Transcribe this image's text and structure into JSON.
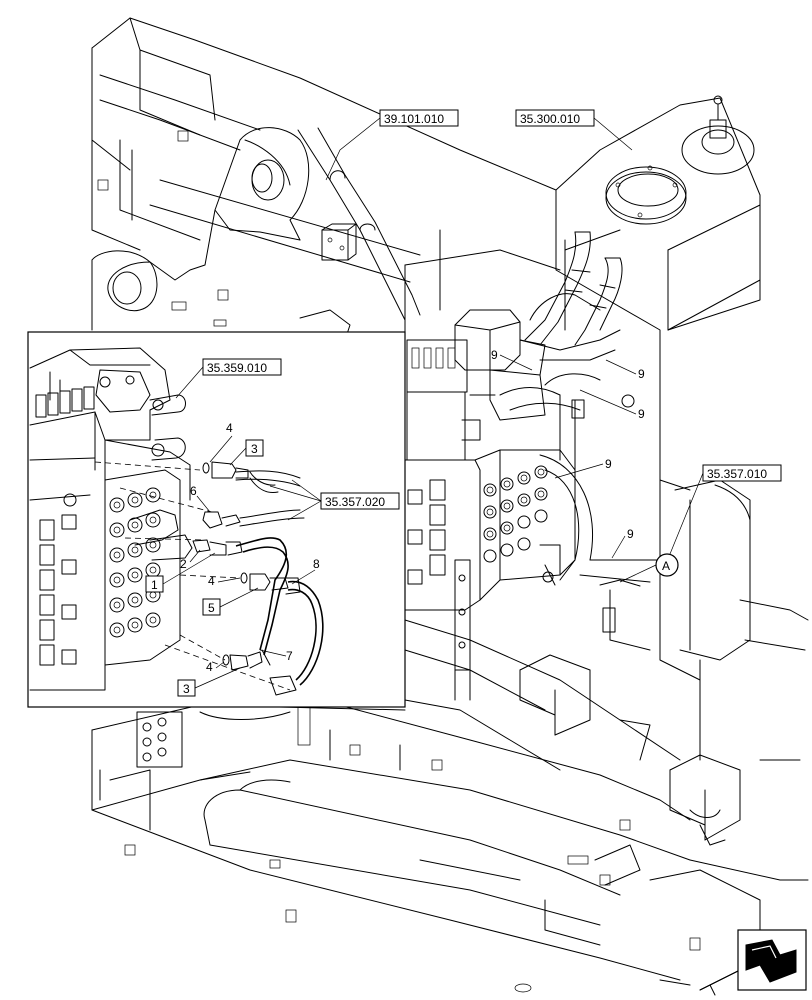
{
  "references": {
    "main_frame": "39.101.010",
    "tank": "35.300.010",
    "control_valve": "35.359.010",
    "hose_group": "35.357.020",
    "detail_a_ref": "35.357.010"
  },
  "detail_marker": "A",
  "callouts": {
    "c1": "1",
    "c2": "2",
    "c3a": "3",
    "c3b": "3",
    "c4a": "4",
    "c4b": "4",
    "c4c": "4",
    "c5": "5",
    "c6": "6",
    "c7": "7",
    "c8": "8",
    "c9a": "9",
    "c9b": "9",
    "c9c": "9",
    "c9d": "9",
    "c9e": "9"
  },
  "icons": [
    "navigation-arrow-icon"
  ]
}
